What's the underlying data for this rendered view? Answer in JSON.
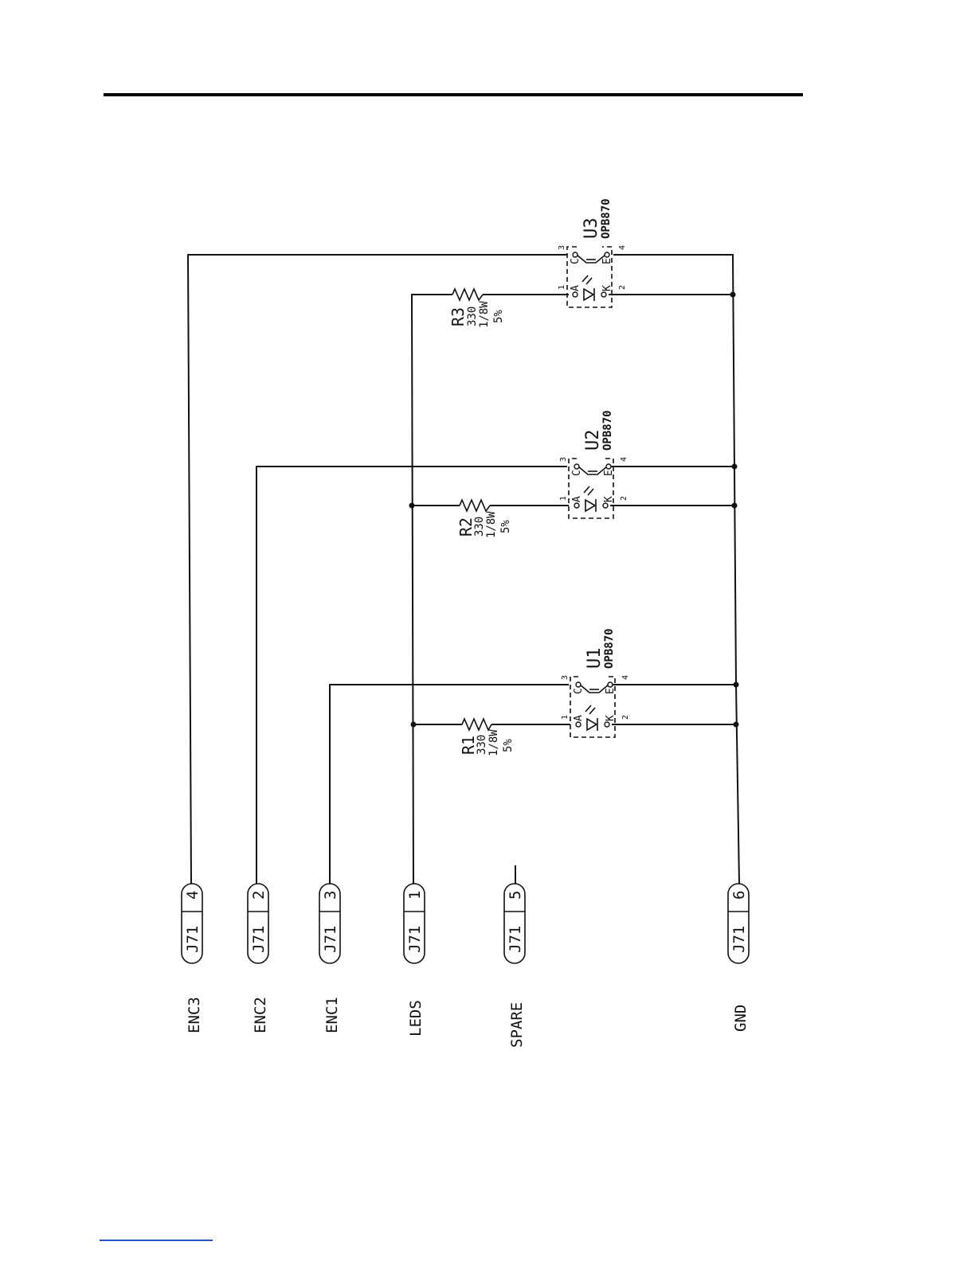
{
  "connectors": [
    {
      "signal": "ENC3",
      "ref": "J71",
      "pin": "4"
    },
    {
      "signal": "ENC2",
      "ref": "J71",
      "pin": "2"
    },
    {
      "signal": "ENC1",
      "ref": "J71",
      "pin": "3"
    },
    {
      "signal": "LEDS",
      "ref": "J71",
      "pin": "1"
    },
    {
      "signal": "SPARE",
      "ref": "J71",
      "pin": "5"
    },
    {
      "signal": "GND",
      "ref": "J71",
      "pin": "6"
    }
  ],
  "resistors": [
    {
      "ref": "R1",
      "value": "330",
      "power": "1/8W",
      "tol": "5%"
    },
    {
      "ref": "R2",
      "value": "330",
      "power": "1/8W",
      "tol": "5%"
    },
    {
      "ref": "R3",
      "value": "330",
      "power": "1/8W",
      "tol": "5%"
    }
  ],
  "sensors": [
    {
      "ref": "U1",
      "part": "OPB870"
    },
    {
      "ref": "U2",
      "part": "OPB870"
    },
    {
      "ref": "U3",
      "part": "OPB870"
    }
  ],
  "sensor_pins": {
    "anode": "A",
    "cathode": "K",
    "collector": "C",
    "emitter": "E",
    "pin1": "1",
    "pin2": "2",
    "pin3": "3",
    "pin4": "4"
  }
}
